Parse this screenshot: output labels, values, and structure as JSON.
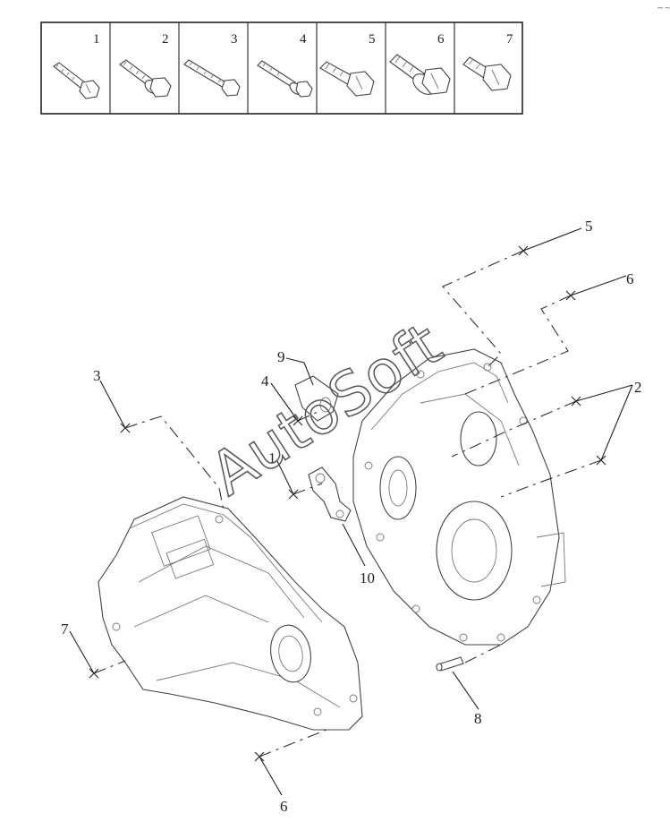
{
  "bolt_table": {
    "cells": [
      {
        "number": "1"
      },
      {
        "number": "2"
      },
      {
        "number": "3"
      },
      {
        "number": "4"
      },
      {
        "number": "5"
      },
      {
        "number": "6"
      },
      {
        "number": "7"
      }
    ]
  },
  "callouts": {
    "c1": "5",
    "c2": "6",
    "c3": "2",
    "c4": "3",
    "c5": "9",
    "c6": "4",
    "c7": "1",
    "c8": "10",
    "c9": "7",
    "c10": "8",
    "c11": "6"
  },
  "watermark": "AutoSoft",
  "corner_mark": "~~"
}
